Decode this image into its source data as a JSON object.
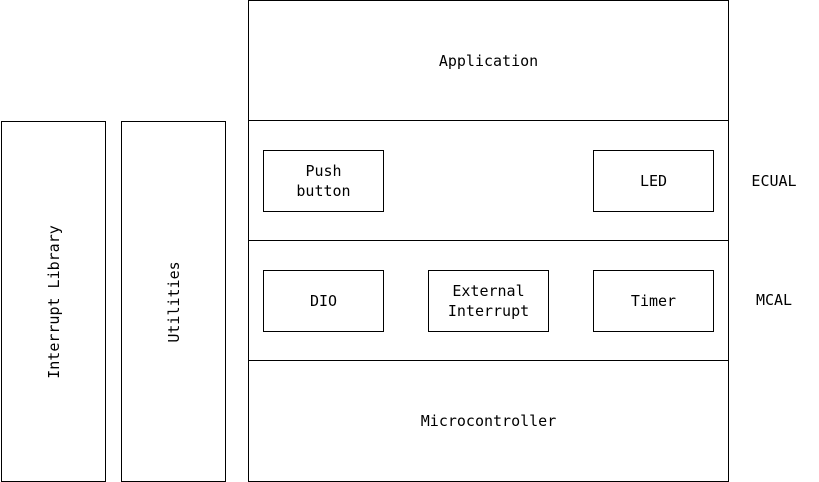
{
  "layers": {
    "application": "Application",
    "microcontroller": "Microcontroller"
  },
  "ecual": {
    "label": "ECUAL",
    "push_button": [
      "Push",
      "button"
    ],
    "led": "LED"
  },
  "mcal": {
    "label": "MCAL",
    "dio": "DIO",
    "external_interrupt": [
      "External",
      "Interrupt"
    ],
    "timer": "Timer"
  },
  "side_blocks": {
    "interrupt_library": "Interrupt Library",
    "utilities": "Utilities"
  }
}
